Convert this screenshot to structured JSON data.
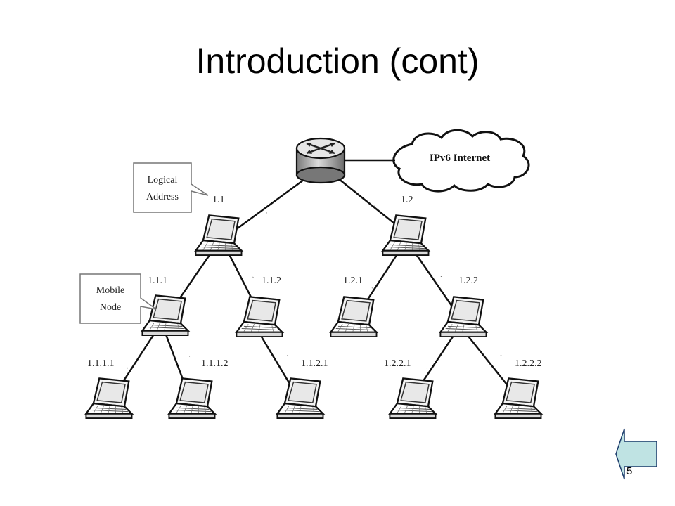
{
  "slide": {
    "title": "Introduction (cont)",
    "page_number": "5"
  },
  "diagram": {
    "router_icon": "router-icon",
    "cloud_label": "IPv6 Internet",
    "callouts": {
      "logical_line1": "Logical",
      "logical_line2": "Address",
      "mobile_line1": "Mobile",
      "mobile_line2": "Node"
    },
    "nodes": [
      {
        "id": "n1",
        "label": "1.1"
      },
      {
        "id": "n2",
        "label": "1.2"
      },
      {
        "id": "n11",
        "label": "1.1.1"
      },
      {
        "id": "n12",
        "label": "1.1.2"
      },
      {
        "id": "n21",
        "label": "1.2.1"
      },
      {
        "id": "n22",
        "label": "1.2.2"
      },
      {
        "id": "n111",
        "label": "1.1.1.1"
      },
      {
        "id": "n112",
        "label": "1.1.1.2"
      },
      {
        "id": "n121",
        "label": "1.1.2.1"
      },
      {
        "id": "n221",
        "label": "1.2.2.1"
      },
      {
        "id": "n222",
        "label": "1.2.2.2"
      }
    ],
    "link_type": "wireless",
    "colors": {
      "laptop_screen": "#e8e8e8",
      "back_button": "#bfe3e3"
    }
  }
}
